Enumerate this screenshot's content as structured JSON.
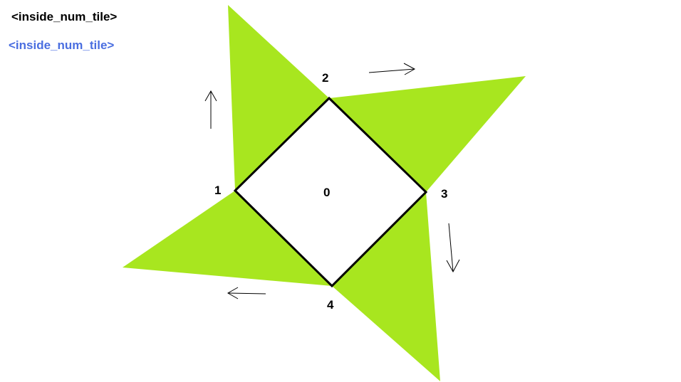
{
  "labels": {
    "line1": "<inside_num_tile>",
    "line2": "<inside_num_tile>"
  },
  "colors": {
    "fill": "#a8e61f",
    "line": "#000000",
    "text1": "#000000",
    "text2": "#4a6ee0"
  },
  "vertices": {
    "center": "0",
    "v1": "1",
    "v2": "2",
    "v3": "3",
    "v4": "4"
  }
}
